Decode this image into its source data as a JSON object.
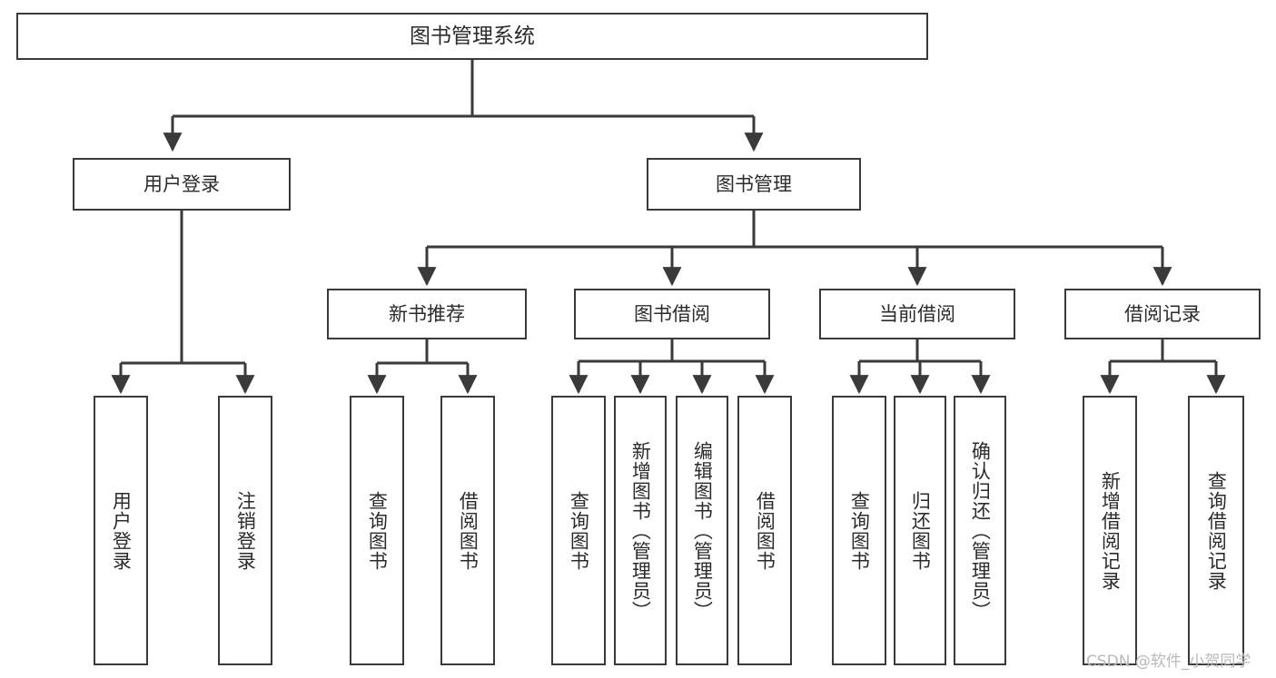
{
  "diagram": {
    "title": "图书管理系统",
    "stroke_color": "#3a3a3a",
    "text_color": "#2b2b2b",
    "background_color": "#ffffff"
  },
  "root": {
    "label": "图书管理系统"
  },
  "level1": [
    {
      "label": "用户登录"
    },
    {
      "label": "图书管理"
    }
  ],
  "level2": [
    {
      "label": "新书推荐"
    },
    {
      "label": "图书借阅"
    },
    {
      "label": "当前借阅"
    },
    {
      "label": "借阅记录"
    }
  ],
  "leaves": {
    "user_login": [
      {
        "label": "用户登录"
      },
      {
        "label": "注销登录"
      }
    ],
    "new_book_recommend": [
      {
        "label": "查询图书"
      },
      {
        "label": "借阅图书"
      }
    ],
    "book_borrow": [
      {
        "label": "查询图书"
      },
      {
        "label": "新增图书（管理员）"
      },
      {
        "label": "编辑图书（管理员）"
      },
      {
        "label": "借阅图书"
      }
    ],
    "current_borrow": [
      {
        "label": "查询图书"
      },
      {
        "label": "归还图书"
      },
      {
        "label": "确认归还（管理员）"
      }
    ],
    "borrow_record": [
      {
        "label": "新增借阅记录"
      },
      {
        "label": "查询借阅记录"
      }
    ]
  },
  "watermark": {
    "text": "CSDN @软件_小贺同学",
    "color": "#b9b9b9"
  }
}
